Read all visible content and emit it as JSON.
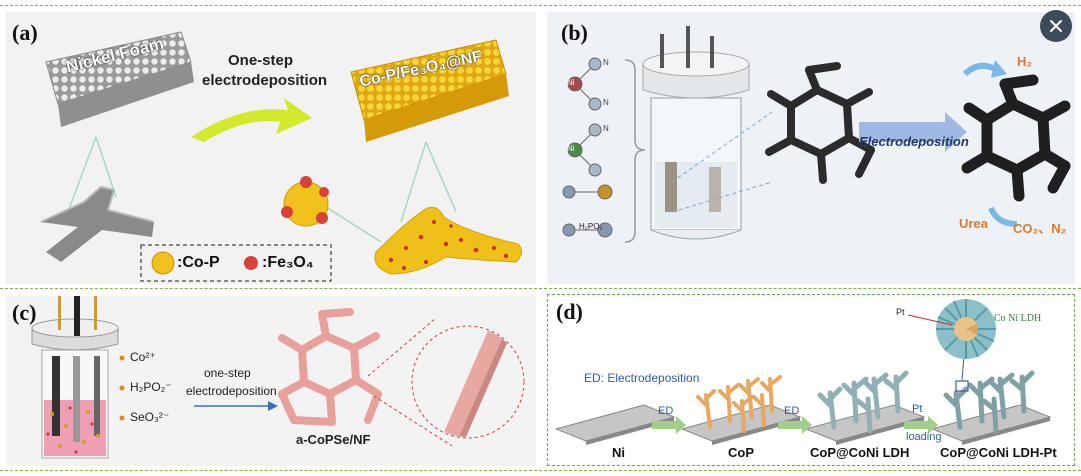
{
  "toolbar": {
    "close_icon": "close-x-icon"
  },
  "panel_a": {
    "label": "(a)",
    "nickel_foam": "Nickel Foam",
    "process_line1": "One-step",
    "process_line2": "electrodeposition",
    "product": "Co-P/Fe₃O₄@NF",
    "legend_cop": ":Co-P",
    "legend_fe3o4": ":Fe₃O₄",
    "color_cop": "#f2c21c",
    "color_fe3o4": "#d9413b"
  },
  "panel_b": {
    "label": "(b)",
    "ions": [
      "N",
      "Ni",
      "N",
      "Ni",
      "N",
      "H₂PO₂"
    ],
    "process": "Electrodeposition",
    "h2": "H₂",
    "urea": "Urea",
    "products": "CO₂、N₂"
  },
  "panel_c": {
    "label": "(c)",
    "ion1": "Co²⁺",
    "ion2": "H₂PO₂⁻",
    "ion3": "SeO₃²⁻",
    "process_line1": "one-step",
    "process_line2": "electrodeposition",
    "product": "a-CoPSe/NF"
  },
  "panel_d": {
    "label": "(d)",
    "legend": "ED: Electrodeposition",
    "pt": "Pt",
    "ldh": "Co Ni LDH",
    "step1": "ED",
    "step2": "ED",
    "step3_line1": "Pt",
    "step3_line2": "loading",
    "stage1": "Ni",
    "stage2": "CoP",
    "stage3": "CoP@CoNi LDH",
    "stage4": "CoP@CoNi LDH-Pt"
  }
}
